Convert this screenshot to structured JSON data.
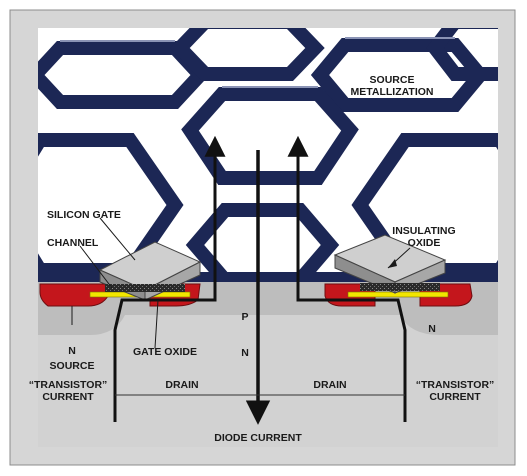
{
  "labels": {
    "source_metallization_1": "SOURCE",
    "source_metallization_2": "METALLIZATION",
    "silicon_gate": "SILICON GATE",
    "channel": "CHANNEL",
    "insulating_oxide_1": "INSULATING",
    "insulating_oxide_2": "OXIDE",
    "n_left": "N",
    "source": "SOURCE",
    "gate_oxide": "GATE OXIDE",
    "p_region": "P",
    "n_center": "N",
    "n_right": "N",
    "transistor_current_left_1": "“TRANSISTOR”",
    "transistor_current_left_2": "CURRENT",
    "drain_left": "DRAIN",
    "drain_right": "DRAIN",
    "transistor_current_right_1": "“TRANSISTOR”",
    "transistor_current_right_2": "CURRENT",
    "diode_current": "DIODE CURRENT"
  },
  "colors": {
    "frame_background": "#d6d6d6",
    "metallization": "#ffffff",
    "hex_cell_dark": "#1c2755",
    "gate_body": "#a7a7a7",
    "gate_top": "#cfcfcf",
    "n_plus_region": "#c4161c",
    "gate_oxide_layer": "#f2e600",
    "substrate": "#bfbfbf",
    "current_arrows": "#111111"
  }
}
